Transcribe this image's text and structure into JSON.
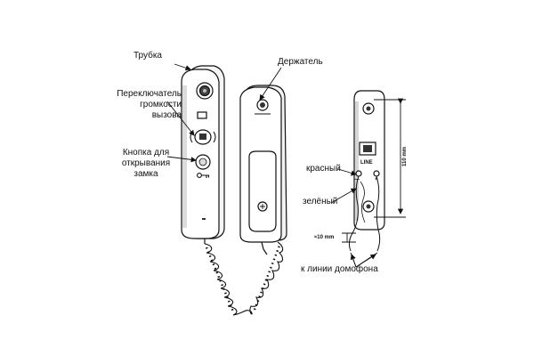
{
  "labels": {
    "handset": "Трубка",
    "volume_switch_line1": "Переключатель",
    "volume_switch_line2": "громкости",
    "volume_switch_line3": "вызова",
    "unlock_button_line1": "Кнопка для",
    "unlock_button_line2": "открывания",
    "unlock_button_line3": "замка",
    "holder": "Держатель",
    "red_wire": "красный",
    "green_wire": "зелёный",
    "intercom_line": "к линии домофона",
    "clearance": "≈10 mm",
    "height": "110 mm",
    "line_terminal": "LINE",
    "polarity_minus": "—",
    "polarity_plus": "+"
  },
  "colors": {
    "ink": "#111111",
    "body_fill": "#ffffff",
    "shade": "#c8c8c8",
    "dark_fill": "#333333"
  },
  "icons": [
    "speaker-icon",
    "bell-icon",
    "key-icon",
    "magnet-icon"
  ]
}
